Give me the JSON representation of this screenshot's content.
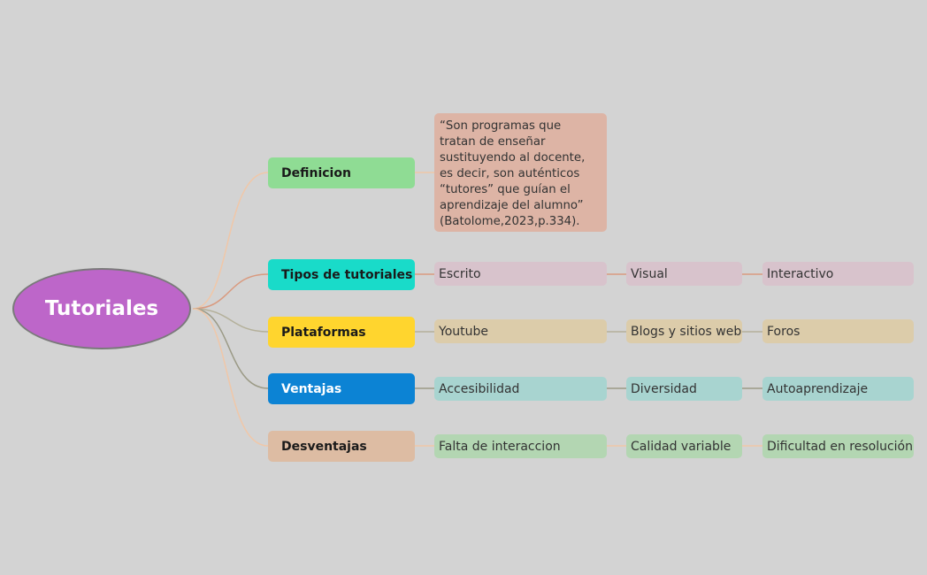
{
  "root": {
    "label": "Tutoriales",
    "color": "#bd66c9"
  },
  "branches": [
    {
      "label": "Definicion",
      "color": "#8fdc94",
      "children": [
        "“Son programas que\ntratan de enseñar\nsustituyendo al docente,\nes decir, son auténticos\n“tutores” que guían el\naprendizaje del alumno”\n(Batolome,2023,p.334)."
      ]
    },
    {
      "label": "Tipos de tutoriales",
      "color": "#19dbc9",
      "children": [
        "Escrito",
        "Visual",
        "Interactivo"
      ]
    },
    {
      "label": "Plataformas",
      "color": "#ffd52e",
      "children": [
        "Youtube",
        "Blogs y sitios web",
        "Foros"
      ]
    },
    {
      "label": "Ventajas",
      "color": "#0c83d4",
      "children": [
        "Accesibilidad",
        "Diversidad",
        "Autoaprendizaje"
      ]
    },
    {
      "label": "Desventajas",
      "color": "#ddbca3",
      "children": [
        "Falta de interaccion",
        "Calidad variable",
        "Dificultad en resolución"
      ]
    }
  ]
}
